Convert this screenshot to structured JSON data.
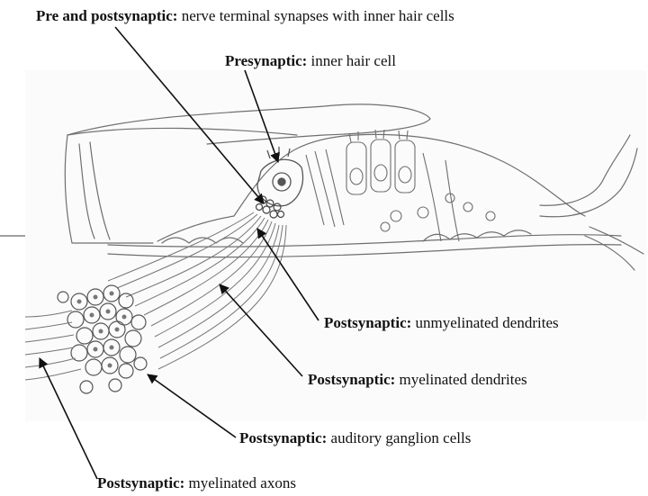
{
  "labels": {
    "pre_post": {
      "term": "Pre and postsynaptic:",
      "desc": "nerve terminal synapses with inner hair cells"
    },
    "presynaptic": {
      "term": "Presynaptic:",
      "desc": "inner hair cell"
    },
    "unmyelinated_dendrites": {
      "term": "Postsynaptic:",
      "desc": "unmyelinated dendrites"
    },
    "myelinated_dendrites": {
      "term": "Postsynaptic:",
      "desc": "myelinated dendrites"
    },
    "ganglion_cells": {
      "term": "Postsynaptic:",
      "desc": "auditory ganglion cells"
    },
    "myelinated_axons": {
      "term": "Postsynaptic:",
      "desc": "myelinated axons"
    }
  },
  "colors": {
    "ink": "#111111",
    "sketch": "#6f6f6f",
    "sketch_light": "#9a9a9a",
    "shadow": "#e9e9e9"
  }
}
